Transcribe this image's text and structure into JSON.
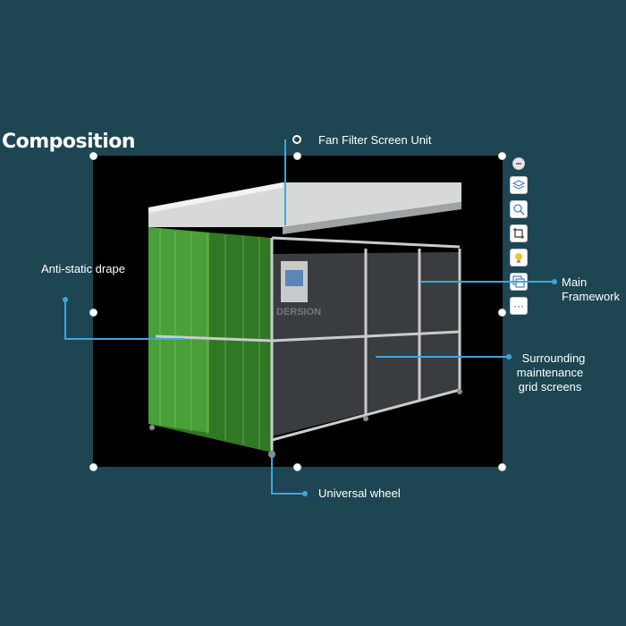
{
  "page": {
    "title": "Composition",
    "background_color": "#1e4652",
    "accent_color": "#3aa8e0"
  },
  "image": {
    "watermark": "DERSION"
  },
  "labels": {
    "fan_filter": "Fan Filter Screen Unit",
    "anti_static": "Anti-static drape",
    "main_framework_1": "Main",
    "main_framework_2": "Framework",
    "surrounding_1": "Surrounding",
    "surrounding_2": "maintenance",
    "surrounding_3": "grid screens",
    "wheel": "Universal wheel"
  },
  "toolbar": {
    "icons": [
      "collapse-icon",
      "layers-icon",
      "zoom-icon",
      "crop-icon",
      "bulb-icon",
      "replace-image-icon",
      "more-icon"
    ],
    "more_label": "···"
  }
}
